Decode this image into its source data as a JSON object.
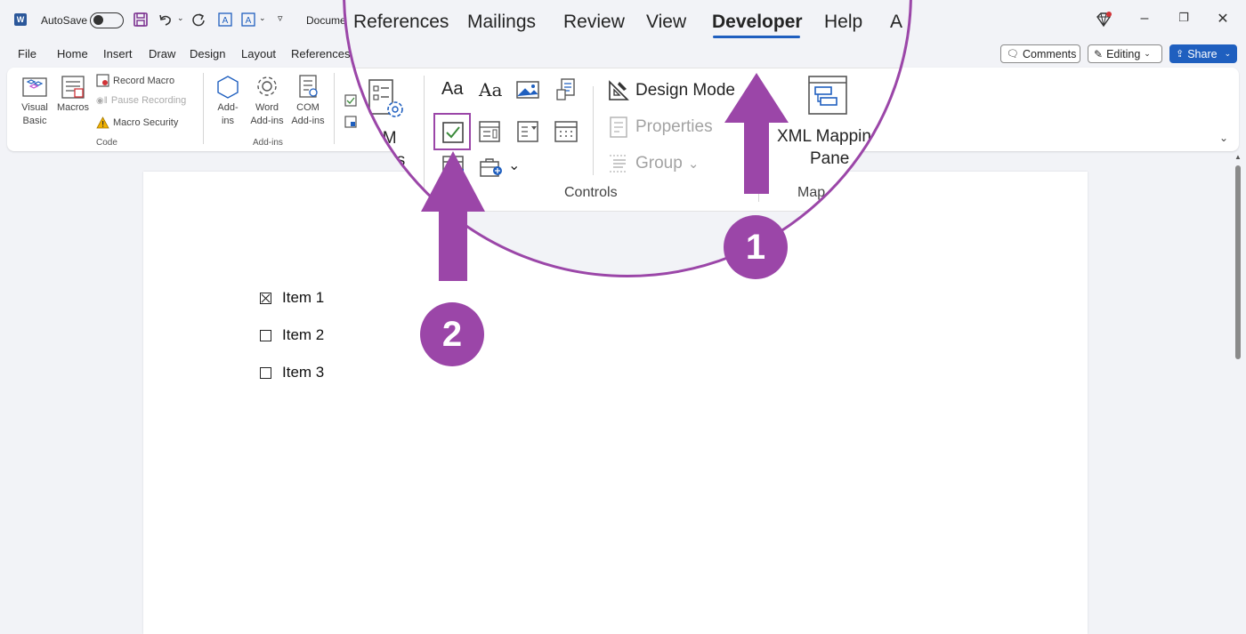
{
  "titlebar": {
    "autosave_label": "AutoSave",
    "doc_name": "Docume"
  },
  "menu": {
    "tabs": [
      "File",
      "Home",
      "Insert",
      "Draw",
      "Design",
      "Layout",
      "References"
    ],
    "comments_label": "Comments",
    "editing_label": "Editing",
    "share_label": "Share"
  },
  "ribbon": {
    "code": {
      "visual_basic": "Visual Basic",
      "macros": "Macros",
      "record_macro": "Record Macro",
      "pause_recording": "Pause Recording",
      "macro_security": "Macro Security",
      "group_label": "Code"
    },
    "addins": {
      "add_ins": "Add-ins",
      "word_add_ins": "Word Add-ins",
      "com_add_ins": "COM Add-ins",
      "group_label": "Add-ins"
    }
  },
  "document": {
    "items": [
      {
        "label": "Item 1",
        "checked": true
      },
      {
        "label": "Item 2",
        "checked": false
      },
      {
        "label": "Item 3",
        "checked": false
      }
    ]
  },
  "magnifier": {
    "tabs": [
      "References",
      "Mailings",
      "Review",
      "View",
      "Developer",
      "Help",
      "A"
    ],
    "active_tab": "Developer",
    "partial_com_top": "OM",
    "partial_com_bottom": "ins",
    "design_mode": "Design Mode",
    "properties": "Properties",
    "group": "Group",
    "controls_label": "Controls",
    "xml_mapping_top": "XML Mappin",
    "xml_mapping_bottom": "Pane",
    "mapping_label": "Map"
  },
  "annotations": {
    "badge_1": "1",
    "badge_2": "2",
    "accent_color": "#9b46a8"
  }
}
